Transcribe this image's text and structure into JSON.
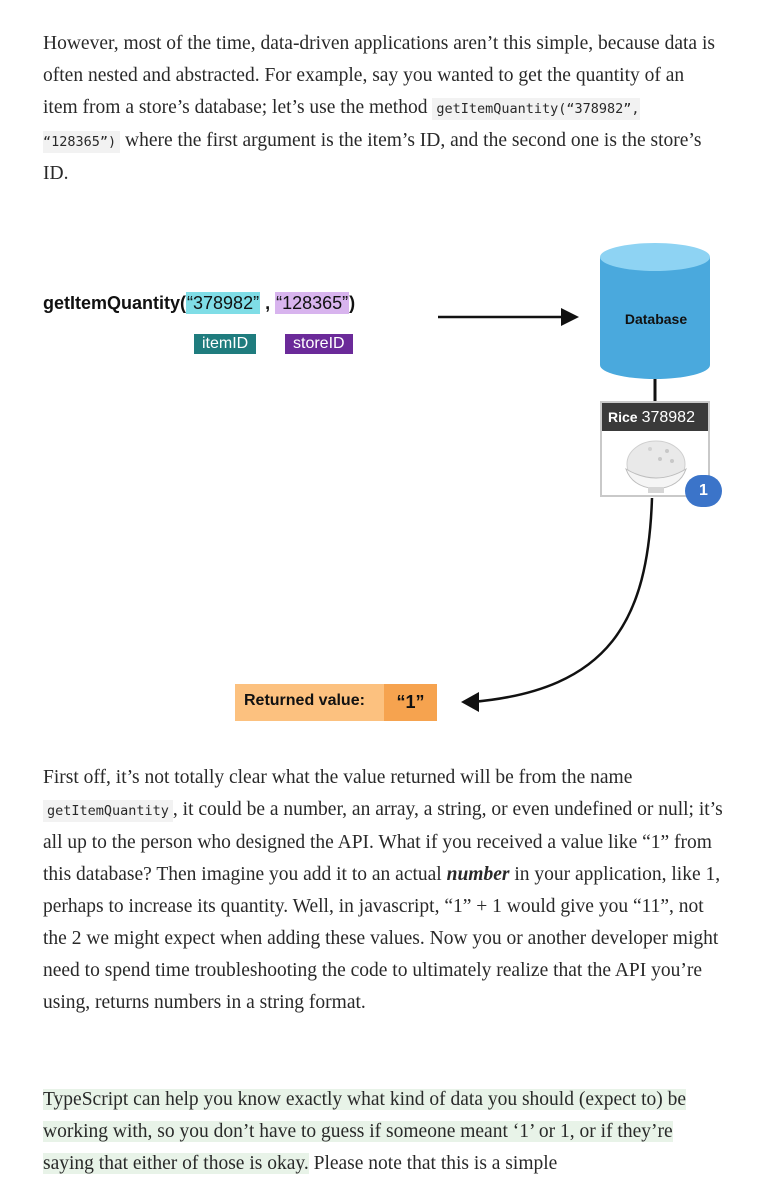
{
  "intro": {
    "t1": "However, most of the time, data-driven applications aren’t this simple, because data is often nested and abstracted. For example, say you wanted to get the quantity of an item from a store’s database; let’s use the method ",
    "code1": "getItemQuantity(“378982”, “128365”)",
    "t2": " where the first argument is the item’s ID, and the second one is the store’s ID."
  },
  "diagram": {
    "fn_name": "getItemQuantity(",
    "arg1": "“378982”",
    "comma": " , ",
    "arg2": "“128365”",
    "close": ")",
    "tag_item": "itemID",
    "tag_store": "storeID",
    "db_label": "Database",
    "rice_name": "Rice",
    "rice_id": "378982",
    "badge": "1",
    "returned_label": "Returned value:",
    "returned_value": "“1”",
    "colors": {
      "db": "#4aa9dd",
      "db_top": "#8ed3f3",
      "item_hl": "#7fdde6",
      "store_hl": "#d8b4ee",
      "badge": "#3b74c9",
      "returned": "#fcc17f"
    }
  },
  "body": {
    "t1": "First off, it’s not totally clear what the value returned will be from the name ",
    "code": "getItemQuantity",
    "t2": ", it could be a number, an array, a string, or even undefined or null; it’s all up to the person who designed the API. What if you received a value like “1” from this database? Then imagine you add it to an actual ",
    "em": "number",
    "t3": " in your application, like 1, perhaps to increase its quantity. Well, in javascript, “1” + 1 would give you “11”, not the 2 we might expect when adding these values. Now you or another developer might need to spend time troubleshooting the code to ultimately realize that the API you’re using, returns numbers in a string format."
  },
  "highlight": {
    "hl": "TypeScript can help you know exactly what kind of data you should (expect to) be working with, so you don’t have to guess if someone meant ‘1’ or 1, or if they’re saying that either of those is okay.",
    "t1": " Please note that this is a simple"
  }
}
